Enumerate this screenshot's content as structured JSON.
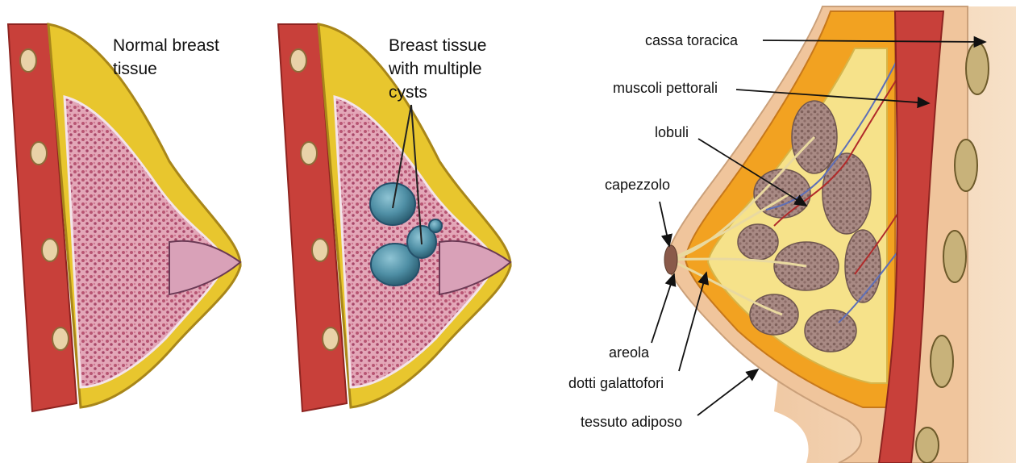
{
  "panels": {
    "normal": {
      "title_line1": "Normal breast",
      "title_line2": "tissue"
    },
    "cysts": {
      "title_line1": "Breast tissue",
      "title_line2": "with multiple",
      "title_line3": "cysts"
    },
    "anatomy": {
      "labels": {
        "cassa_toracica": "cassa toracica",
        "muscoli_pettorali": "muscoli pettorali",
        "lobuli": "lobuli",
        "capezzolo": "capezzolo",
        "areola": "areola",
        "dotti_galattofori": "dotti galattofori",
        "tessuto_adiposo": "tessuto adiposo"
      }
    }
  },
  "colors": {
    "muscle": "#c8403a",
    "muscle_dark": "#8e2420",
    "fat": "#e8c62e",
    "fat_outline": "#a8861a",
    "gland": "#c66a82",
    "gland_bg": "#e9b8c6",
    "cyst": "#4f8fa5",
    "skin": "#f2d2b2",
    "skin_right": "#f6dfc7",
    "fat_orange": "#f2a221",
    "lobule": "#9b7a7a"
  }
}
